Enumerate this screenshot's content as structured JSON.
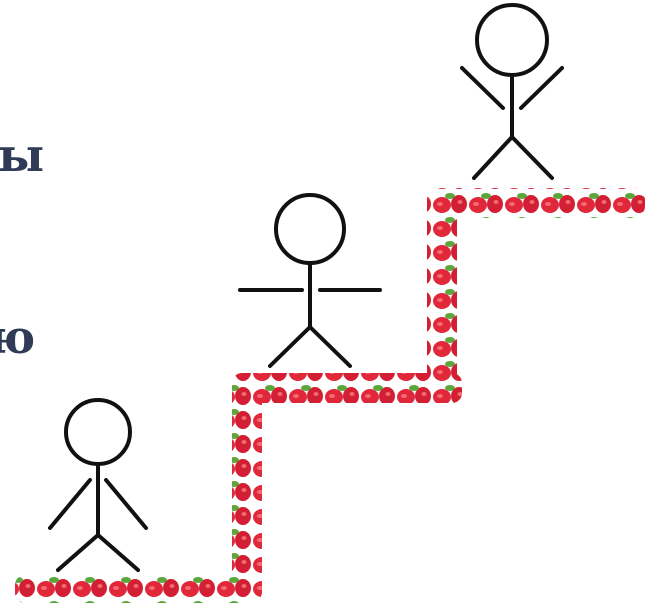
{
  "text_fragments": [
    "ы",
    "ю"
  ],
  "colors": {
    "stair_red": "#e0283a",
    "stair_dark_red": "#b5162a",
    "leaf_green": "#5aa63a",
    "figure_stroke": "#111111",
    "text": "#2f3b57"
  },
  "figures": [
    {
      "name": "figure-bottom",
      "pose": "arms-down"
    },
    {
      "name": "figure-middle",
      "pose": "arms-out"
    },
    {
      "name": "figure-top",
      "pose": "arms-up"
    }
  ]
}
